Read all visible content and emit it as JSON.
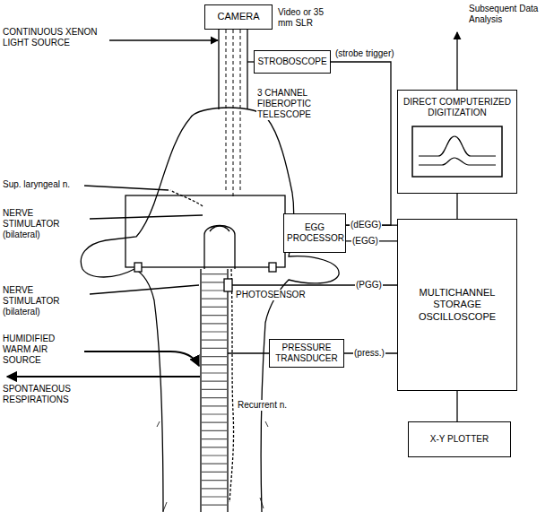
{
  "diagram": {
    "nodes": [
      {
        "text": [
          "CAMERA"
        ]
      },
      {
        "text": [
          "STROBOSCOPE"
        ]
      },
      {
        "text": [
          "DIRECT COMPUTERIZED DIGITIZATION"
        ]
      },
      {
        "text": [
          "EGG PROCESSOR"
        ]
      },
      {
        "text": [
          "MULTICHANNEL STORAGE OSCILLOSCOPE"
        ]
      },
      {
        "text": [
          "PRESSURE TRANSDUCER"
        ]
      },
      {
        "text": [
          "X-Y PLOTTER"
        ]
      }
    ],
    "edges": [
      {
        "from": 3,
        "to": 4,
        "arrow": "none",
        "label": "(dEGG)"
      },
      {
        "from": 3,
        "to": 4,
        "arrow": "none",
        "label": "(EGG)"
      },
      {
        "from": 3,
        "to": 1,
        "arrow": "none",
        "label": "(strobe trigger)"
      },
      {
        "from": 5,
        "to": 4,
        "arrow": "none",
        "label": "(press.)"
      },
      {
        "from": 4,
        "to": 2,
        "arrow": "none"
      },
      {
        "from": 4,
        "to": 6,
        "arrow": "none"
      }
    ],
    "labels": [
      "Video or 35 mm SLR",
      "CONTINUOUS XENON LIGHT SOURCE",
      "3 CHANNEL FIBEROPTIC TELESCOPE",
      "Subsequent Data Analysis",
      "Sup. laryngeal n.",
      "NERVE STIMULATOR (bilateral)",
      "PHOTOSENSOR",
      "(PGG)",
      "NERVE STIMULATOR (bilateral)",
      "HUMIDIFIED WARM AIR SOURCE",
      "SPONTANEOUS RESPIRATIONS",
      "Recurrent n."
    ]
  }
}
